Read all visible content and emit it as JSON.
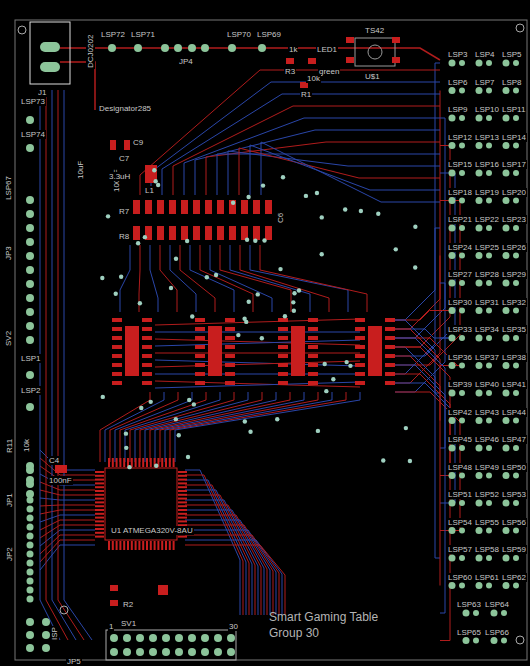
{
  "diagram": {
    "labels": [
      "DCJ0202",
      "J1",
      "LSP72",
      "LSP71",
      "JP4",
      "LSP70",
      "LSP69",
      "TS42",
      "1k",
      "LED1",
      "R3",
      "green",
      "10k",
      "R1",
      "U$1",
      "LSP73",
      "LSP74",
      "Designator285",
      "10uF",
      "C7",
      "100nF",
      "C9",
      "3.3uH",
      "L1",
      "R7",
      "R8",
      "C6",
      "LSP67",
      "JP3",
      "SV2",
      "LSP1",
      "LSP2",
      "R11",
      "10k",
      "C4",
      "100nF",
      "JP1",
      "JP2",
      "U1 ATMEGA320V-8AU",
      "R2",
      "SV1",
      "1",
      "30",
      "ISP",
      "JP5",
      "Smart Gaming Table",
      "Group 30",
      "LSP3",
      "LSP4",
      "LSP5",
      "LSP6",
      "LSP7",
      "LSP8",
      "LSP9",
      "LSP10",
      "LSP11",
      "LSP12",
      "LSP13",
      "LSP14",
      "LSP15",
      "LSP16",
      "LSP17",
      "LSP18",
      "LSP19",
      "LSP20",
      "LSP21",
      "LSP22",
      "LSP23",
      "LSP24",
      "LSP25",
      "LSP26",
      "LSP27",
      "LSP28",
      "LSP29",
      "LSP30",
      "LSP31",
      "LSP32",
      "LSP33",
      "LSP34",
      "LSP35",
      "LSP36",
      "LSP37",
      "LSP38",
      "LSP39",
      "LSP40",
      "LSP41",
      "LSP42",
      "LSP43",
      "LSP44",
      "LSP45",
      "LSP46",
      "LSP47",
      "LSP48",
      "LSP49",
      "LSP50",
      "LSP51",
      "LSP52",
      "LSP53",
      "LSP54",
      "LSP55",
      "LSP56",
      "LSP57",
      "LSP58",
      "LSP59",
      "LSP60",
      "LSP61",
      "LSP62",
      "LSP63",
      "LSP64",
      "LSP65",
      "LSP66"
    ]
  }
}
